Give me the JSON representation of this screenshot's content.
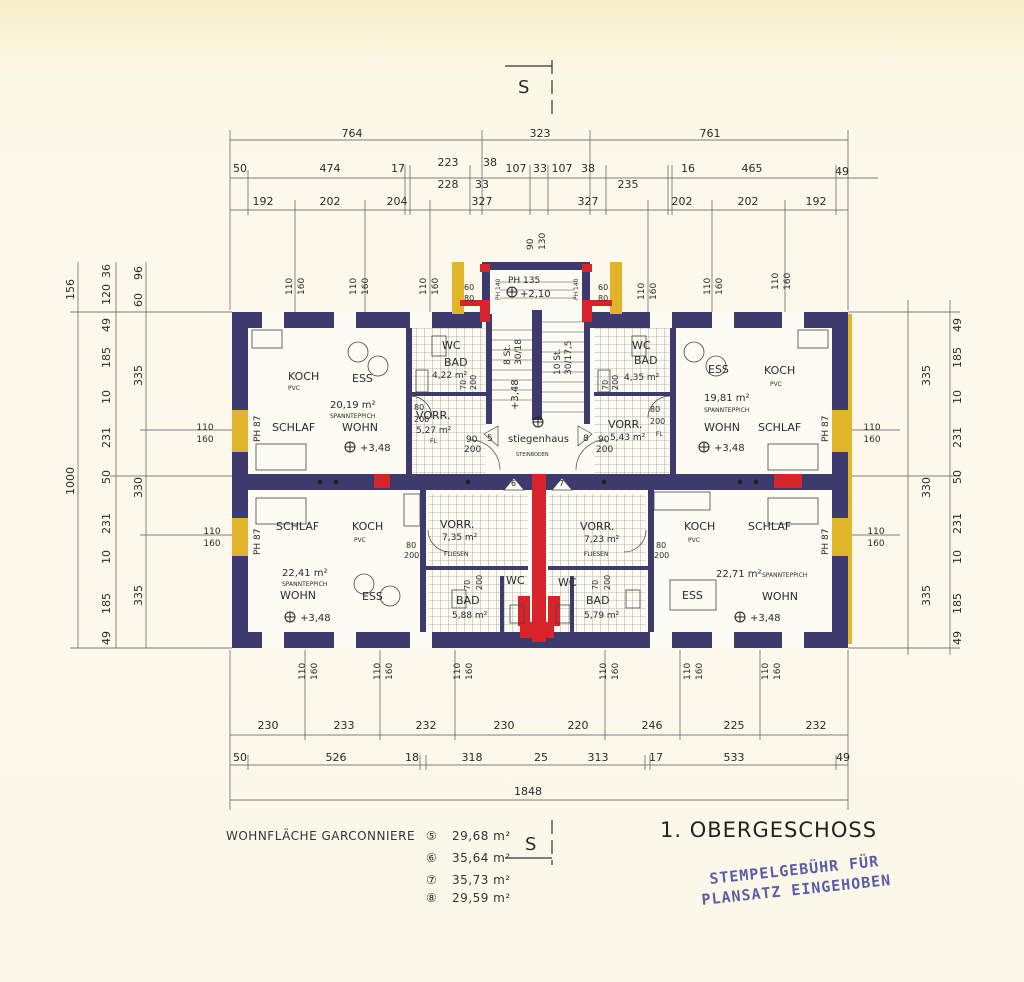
{
  "sheet": {
    "title": "1. OBERGESCHOSS",
    "section_label_top": "S",
    "section_label_bottom": "S",
    "stamp_line1": "STEMPELGEBÜHR FÜR",
    "stamp_line2": "PLANSATZ EINGEHOBEN"
  },
  "legend": {
    "heading": "WOHNFLÄCHE GARCONNIERE",
    "units": [
      {
        "no": "⑤",
        "area": "29,68 m²"
      },
      {
        "no": "⑥",
        "area": "35,64 m²"
      },
      {
        "no": "⑦",
        "area": "35,73 m²"
      },
      {
        "no": "⑧",
        "area": "29,59 m²"
      }
    ]
  },
  "dims_top": {
    "row1": [
      "764",
      "323",
      "761"
    ],
    "row2": [
      "50",
      "474",
      "17",
      "223",
      "38",
      "107",
      "33",
      "107",
      "38",
      "16",
      "465",
      "49"
    ],
    "row2b": [
      "228",
      "33",
      "235"
    ],
    "row3": [
      "192",
      "202",
      "204",
      "327",
      "327",
      "202",
      "202",
      "192"
    ],
    "openings": [
      "110",
      "160",
      "110",
      "160",
      "110",
      "160",
      "110",
      "160",
      "110",
      "160",
      "110",
      "160"
    ]
  },
  "dims_bottom": {
    "row1": [
      "230",
      "233",
      "232",
      "230",
      "220",
      "246",
      "225",
      "232"
    ],
    "row2": [
      "50",
      "526",
      "18",
      "318",
      "25",
      "313",
      "17",
      "533",
      "49"
    ],
    "total": "1848",
    "openings": [
      "110",
      "160",
      "110",
      "160",
      "110",
      "160",
      "110",
      "160",
      "110",
      "160",
      "110",
      "160"
    ]
  },
  "dims_left": {
    "total": "1000",
    "top": "156",
    "col_a": [
      "120",
      "36",
      "60",
      "96"
    ],
    "col_b": [
      "49",
      "185",
      "10",
      "231",
      "50",
      "231",
      "10",
      "185",
      "49"
    ],
    "col_c": [
      "335",
      "330",
      "335"
    ],
    "window": [
      "110",
      "160",
      "110",
      "160"
    ]
  },
  "dims_right": {
    "col_a": [
      "49",
      "185",
      "10",
      "231",
      "50",
      "231",
      "10",
      "185",
      "49"
    ],
    "col_c": [
      "335",
      "330",
      "335"
    ],
    "window": [
      "110",
      "160",
      "110",
      "160"
    ]
  },
  "stair": {
    "label": "stiegenhaus",
    "floor": "STEINBODEN",
    "steps_left": "8 St.",
    "step_size_left": "30/18",
    "steps_right": "10 St.",
    "step_size_right": "30/17,5",
    "level": "+3,48",
    "ph_level": "+2,10",
    "ph": "PH 135",
    "top_dims": [
      "90",
      "130"
    ],
    "door_dims": [
      "90",
      "200",
      "90",
      "200"
    ],
    "ph140": "PH 140",
    "unit_tags": [
      "5",
      "6",
      "7",
      "8"
    ]
  },
  "units": {
    "nw": {
      "koch": "KOCH",
      "pvc": "PVC",
      "ess": "ESS",
      "area": "20,19 m²",
      "carpet": "SPANNTEPPICH",
      "wohn": "WOHN",
      "schlaf": "SCHLAF",
      "level": "+3,48",
      "ph": "PH 87",
      "wc": "WC",
      "bad": "BAD",
      "bad_area": "4,22 m²",
      "vorr": "VORR.",
      "vorr_area": "5,27 m²",
      "fl": "FL",
      "d1": "70",
      "d2": "200",
      "d3": "80",
      "d4": "200",
      "d5": "60",
      "d6": "80"
    },
    "ne": {
      "koch": "KOCH",
      "pvc": "PVC",
      "ess": "ESS",
      "area": "19,81 m²",
      "carpet": "SPANNTEPPICH",
      "wohn": "WOHN",
      "schlaf": "SCHLAF",
      "level": "+3,48",
      "ph": "PH 87",
      "wc": "WC",
      "bad": "BAD",
      "bad_area": "4,35 m²",
      "vorr": "VORR.",
      "vorr_area": "5,43 m²",
      "fl": "FL",
      "d1": "70",
      "d2": "200",
      "d3": "80",
      "d4": "200",
      "d5": "60",
      "d6": "80"
    },
    "sw": {
      "koch": "KOCH",
      "pvc": "PVC",
      "ess": "ESS",
      "area": "22,41 m²",
      "carpet": "SPANNTEPPICH",
      "wohn": "WOHN",
      "schlaf": "SCHLAF",
      "level": "+3,48",
      "ph": "PH 87",
      "wc": "WC",
      "bad": "BAD",
      "bad_area": "5,88 m²",
      "vorr": "VORR.",
      "vorr_area": "7,35 m²",
      "fliesen": "FLIESEN",
      "d1": "80",
      "d2": "200",
      "d3": "70",
      "d4": "200"
    },
    "se": {
      "koch": "KOCH",
      "pvc": "PVC",
      "ess": "ESS",
      "area": "22,71 m²",
      "carpet": "SPANNTEPPICH",
      "wohn": "WOHN",
      "schlaf": "SCHLAF",
      "level": "+3,48",
      "ph": "PH 87",
      "wc": "WC",
      "bad": "BAD",
      "bad_area": "5,79 m²",
      "vorr": "VORR.",
      "vorr_area": "7,23 m²",
      "fliesen": "FLIESEN",
      "d1": "80",
      "d2": "200",
      "d3": "70",
      "d4": "200"
    }
  },
  "colors": {
    "wall": "#3d3b6e",
    "fire": "#d8232a",
    "window": "#e0b52a",
    "paper": "#fbf8ea",
    "ink": "#2a2a2a",
    "stamp": "#5b5da8"
  }
}
